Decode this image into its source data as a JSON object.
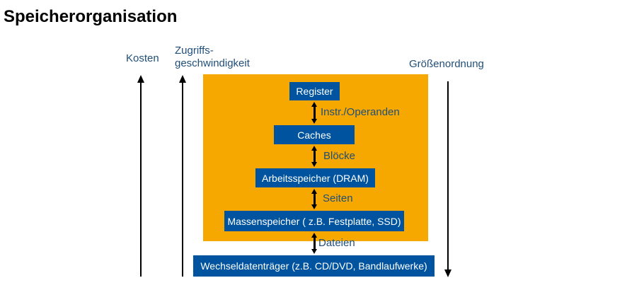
{
  "title": "Speicherorganisation",
  "colors": {
    "box_blue": "#00549F",
    "backdrop_orange": "#F6A800",
    "label_text_blue": "#1F4E79",
    "arrow_black": "#000000",
    "box_text_white": "#FFFFFF",
    "background_white": "#FFFFFF"
  },
  "axes": {
    "kosten": {
      "label": "Kosten",
      "direction": "up"
    },
    "zugriffsgeschwindigkeit": {
      "label": "Zugriffs-\ngeschwindigkeit",
      "direction": "up"
    },
    "groessenordnung": {
      "label": "Größenordnung",
      "direction": "down"
    }
  },
  "memory_hierarchy": {
    "levels": [
      {
        "name": "Register"
      },
      {
        "name": "Caches"
      },
      {
        "name": "Arbeitsspeicher (DRAM)"
      },
      {
        "name": "Massenspeicher ( z.B. Festplatte, SSD)"
      },
      {
        "name": "Wechseldatenträger (z.B. CD/DVD, Bandlaufwerke)"
      }
    ],
    "transfer_units": [
      "Instr./Operanden",
      "Blöcke",
      "Seiten",
      "Dateien"
    ]
  }
}
